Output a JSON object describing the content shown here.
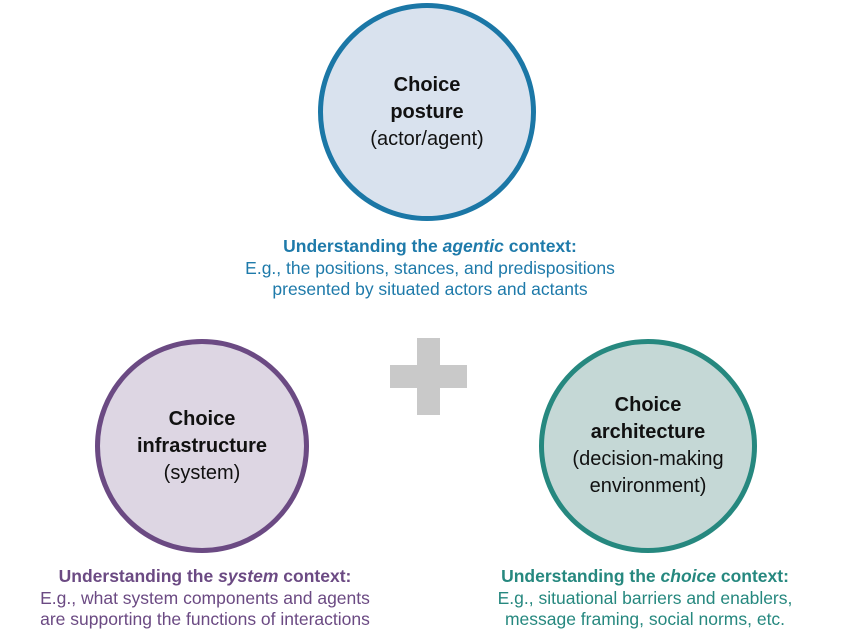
{
  "colors": {
    "agentic": "#1b77a6",
    "system": "#6b4a83",
    "choice": "#26887f",
    "plus": "#c9c9c9"
  },
  "nodes": {
    "posture": {
      "title_line1": "Choice",
      "title_line2": "posture",
      "sub_line1": "(actor/agent)",
      "sub_line2": ""
    },
    "infrastructure": {
      "title_line1": "Choice",
      "title_line2": "infrastructure",
      "sub_line1": "(system)",
      "sub_line2": ""
    },
    "architecture": {
      "title_line1": "Choice",
      "title_line2": "architecture",
      "sub_line1": "(decision-making",
      "sub_line2": "environment)"
    }
  },
  "captions": {
    "agentic": {
      "head_pre": "Understanding the ",
      "head_em": "agentic",
      "head_post": " context:",
      "line1": "E.g., the positions, stances, and predispositions",
      "line2": "presented by situated actors and actants"
    },
    "system": {
      "head_pre": "Understanding the ",
      "head_em": "system",
      "head_post": " context:",
      "line1": "E.g., what system components and agents",
      "line2": "are supporting the functions of interactions"
    },
    "choice": {
      "head_pre": "Understanding the ",
      "head_em": "choice",
      "head_post": " context:",
      "line1": "E.g., situational barriers and enablers,",
      "line2": "message framing, social norms, etc."
    }
  },
  "connector": {
    "icon": "plus-icon"
  }
}
